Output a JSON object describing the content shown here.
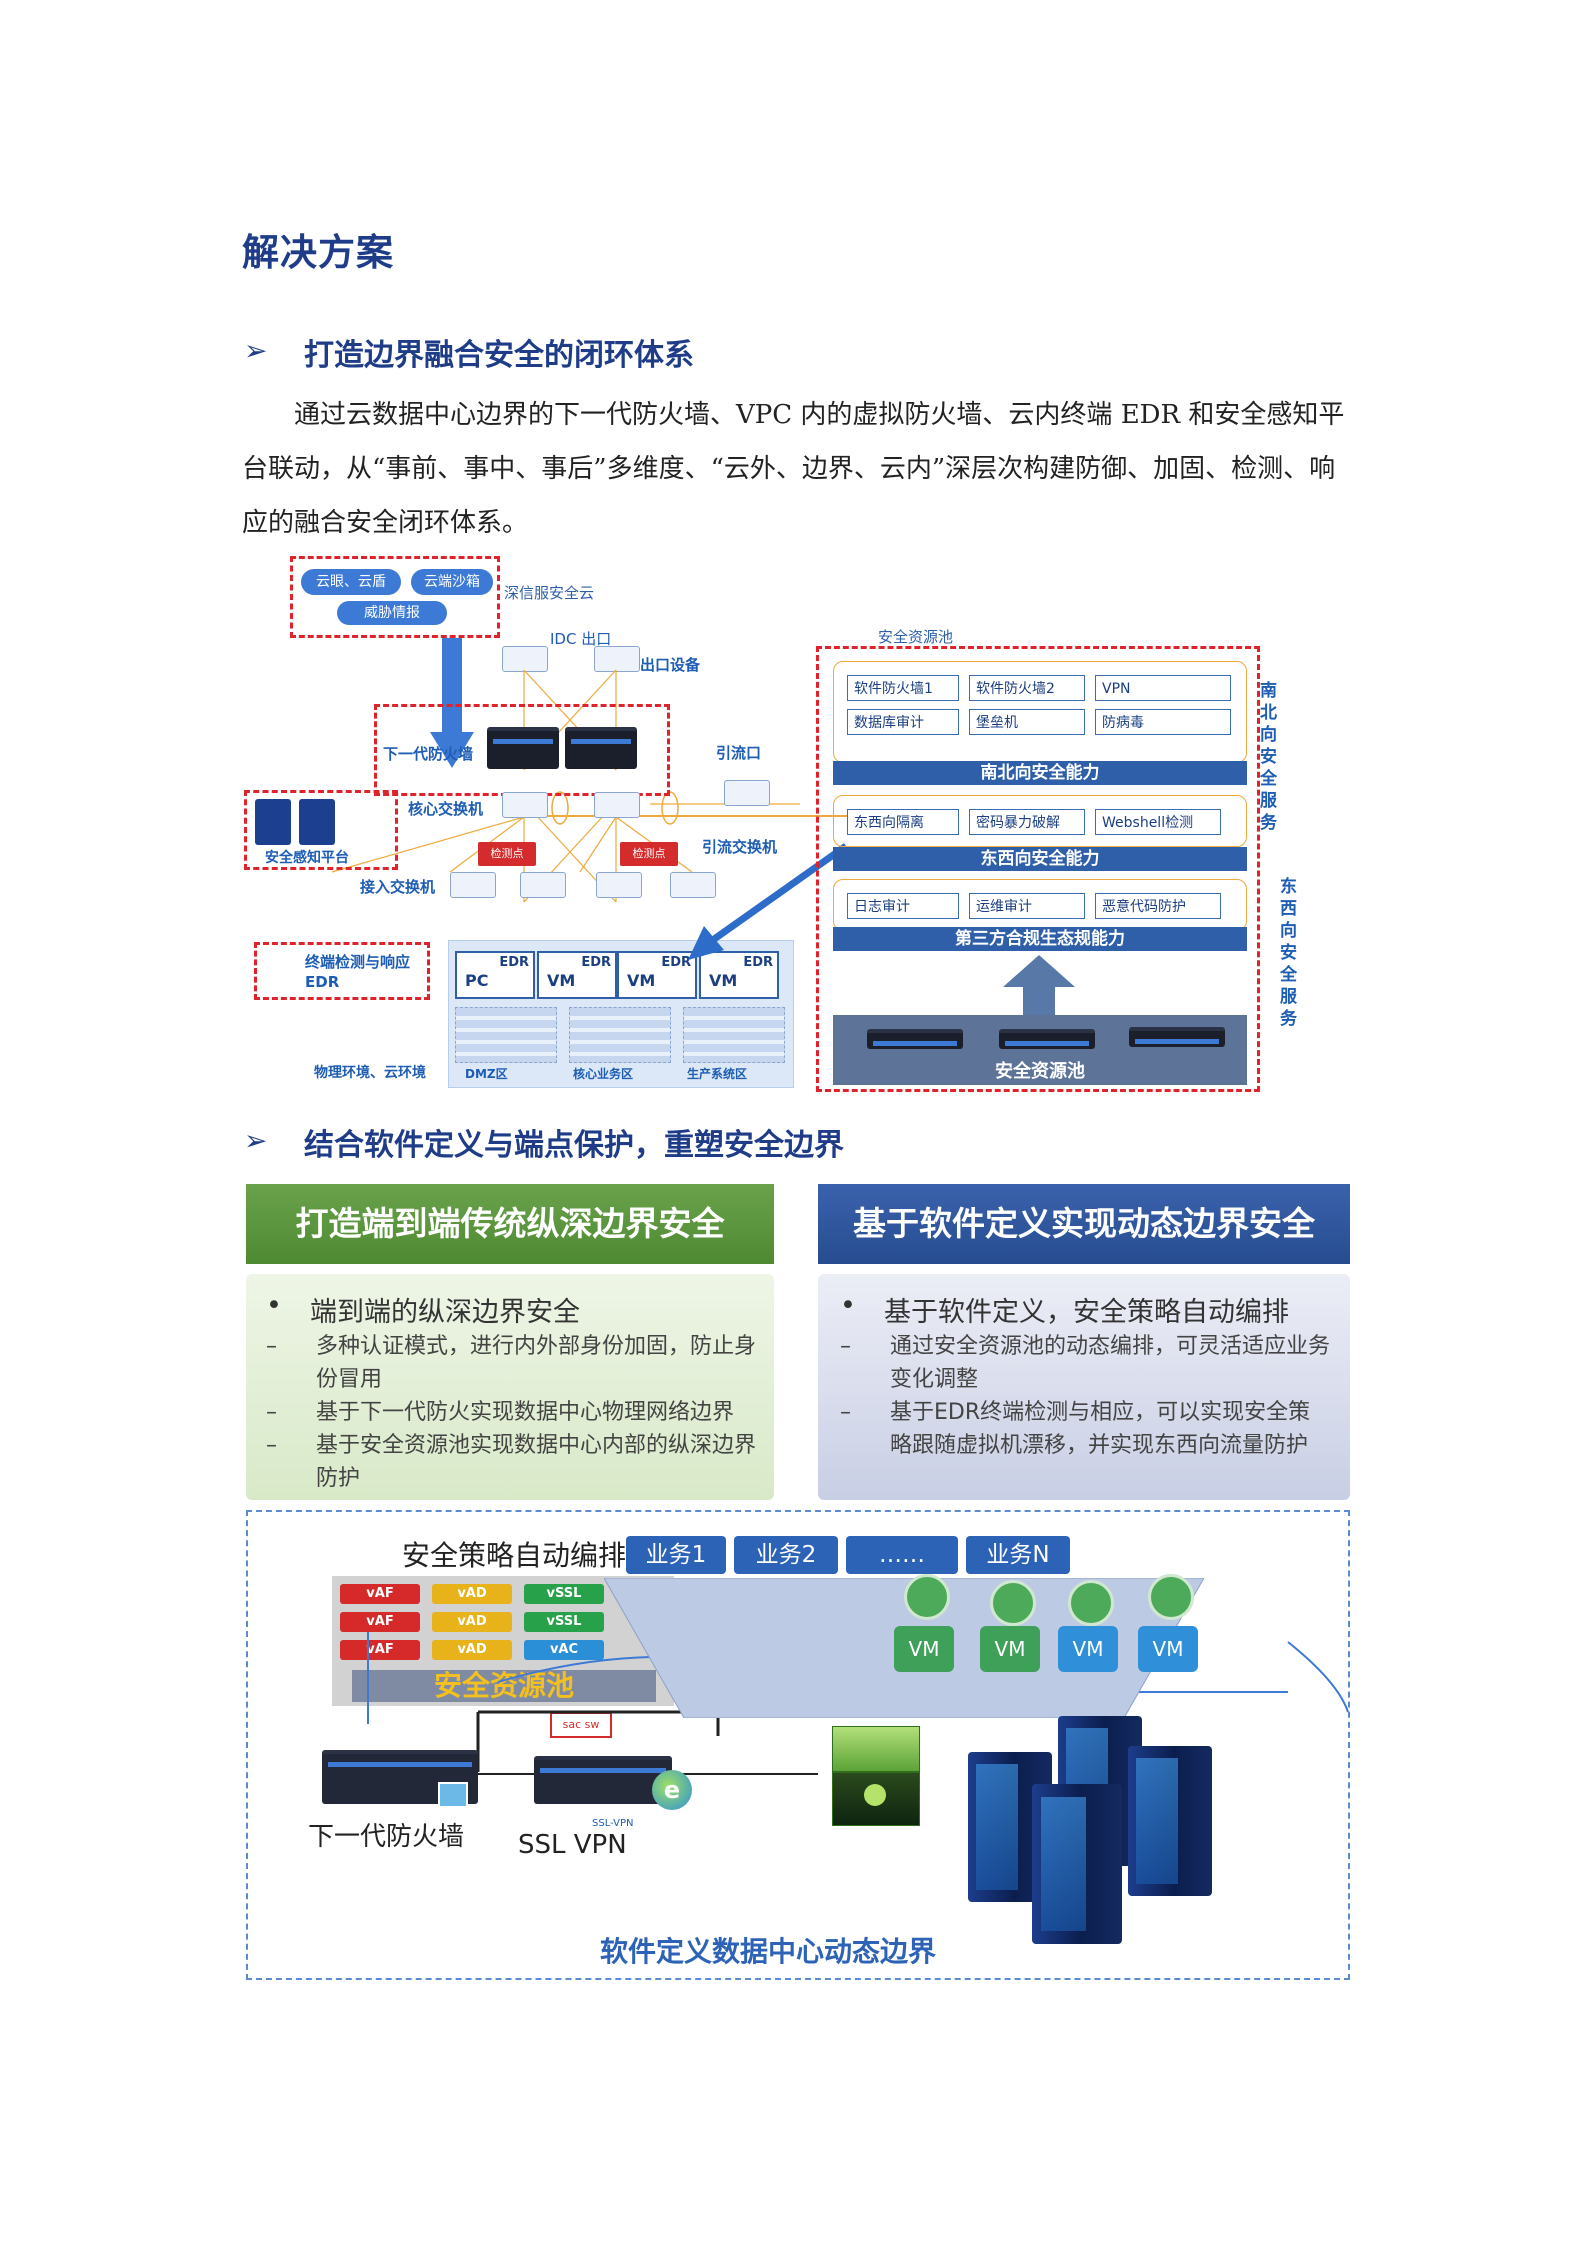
{
  "page": {
    "heading": "解决方案",
    "section1": {
      "bullet": "➢",
      "title": "打造边界融合安全的闭环体系",
      "paragraph": "通过云数据中心边界的下一代防火墙、VPC 内的虚拟防火墙、云内终端 EDR 和安全感知平台联动，从“事前、事中、事后”多维度、“云外、边界、云内”深层次构建防御、加固、检测、响应的融合安全闭环体系。"
    },
    "section2": {
      "bullet": "➢",
      "title": "结合软件定义与端点保护，重塑安全边界"
    }
  },
  "diagram1": {
    "cloud_items": [
      "云眼、云盾",
      "云端沙箱",
      "威胁情报"
    ],
    "cloud_label": "深信服安全云",
    "idc_label": "IDC 出口",
    "egress_label": "出口设备",
    "ngfw_label": "下一代防火墙",
    "diversion_port": "引流口",
    "core_switch": "核心交换机",
    "diversion_switch": "引流交换机",
    "sense_platform": "安全感知平台",
    "probe1": "检测点",
    "probe2": "检测点",
    "access_switch": "接入交换机",
    "edr_label_1": "终端检测与响应",
    "edr_label_2": "EDR",
    "edr_boxes": [
      {
        "host": "PC",
        "tag": "EDR"
      },
      {
        "host": "VM",
        "tag": "EDR"
      },
      {
        "host": "VM",
        "tag": "EDR"
      },
      {
        "host": "VM",
        "tag": "EDR"
      }
    ],
    "env_label": "物理环境、云环境",
    "zones": [
      "DMZ区",
      "核心业务区",
      "生产系统区"
    ],
    "pool_title": "安全资源池",
    "ns_chips": [
      "软件防火墙1",
      "软件防火墙2",
      "VPN",
      "数据库审计",
      "堡垒机",
      "防病毒"
    ],
    "ns_bar": "南北向安全能力",
    "ew_chips": [
      "东西向隔离",
      "密码暴力破解",
      "Webshell检测"
    ],
    "ew_bar": "东西向安全能力",
    "tp_chips": [
      "日志审计",
      "运维审计",
      "恶意代码防护"
    ],
    "tp_bar": "第三方合规生态规能力",
    "pool_bottom": "安全资源池",
    "ns_service_1": "南北向",
    "ns_service_2": "安全服务",
    "ew_service_1": "东西向",
    "ew_service_2": "安全服务"
  },
  "diagram2": {
    "left_banner": "打造端到端传统纵深边界安全",
    "right_banner": "基于软件定义实现动态边界安全",
    "left_panel": {
      "bullet_mark": "•",
      "title": "端到端的纵深边界安全",
      "dash": "–",
      "items": [
        "多种认证模式，进行内外部身份加固，防止身份冒用",
        "基于下一代防火实现数据中心物理网络边界",
        "基于安全资源池实现数据中心内部的纵深边界防护"
      ]
    },
    "right_panel": {
      "bullet_mark": "•",
      "title": "基于软件定义，安全策略自动编排",
      "dash": "–",
      "items": [
        "通过安全资源池的动态编排，可灵活适应业务变化调整",
        "基于EDR终端检测与相应，可以实现安全策略跟随虚拟机漂移，并实现东西向流量防护"
      ]
    },
    "orch_title": "安全策略自动编排",
    "vnf_rows": [
      [
        "vAF",
        "vAD",
        "vSSL"
      ],
      [
        "vAF",
        "vAD",
        "vSSL"
      ],
      [
        "vAF",
        "vAD",
        "vAC"
      ]
    ],
    "pool_label": "安全资源池",
    "sdn_tag": "sac sw",
    "businesses": [
      "业务1",
      "业务2",
      "……",
      "业务N"
    ],
    "vms": [
      "VM",
      "VM",
      "VM",
      "VM"
    ],
    "ngfw_caption": "下一代防火墙",
    "ssl_small": "SSL-VPN",
    "ssl_caption": "SSL  VPN",
    "bottom_caption": "软件定义数据中心动态边界"
  }
}
